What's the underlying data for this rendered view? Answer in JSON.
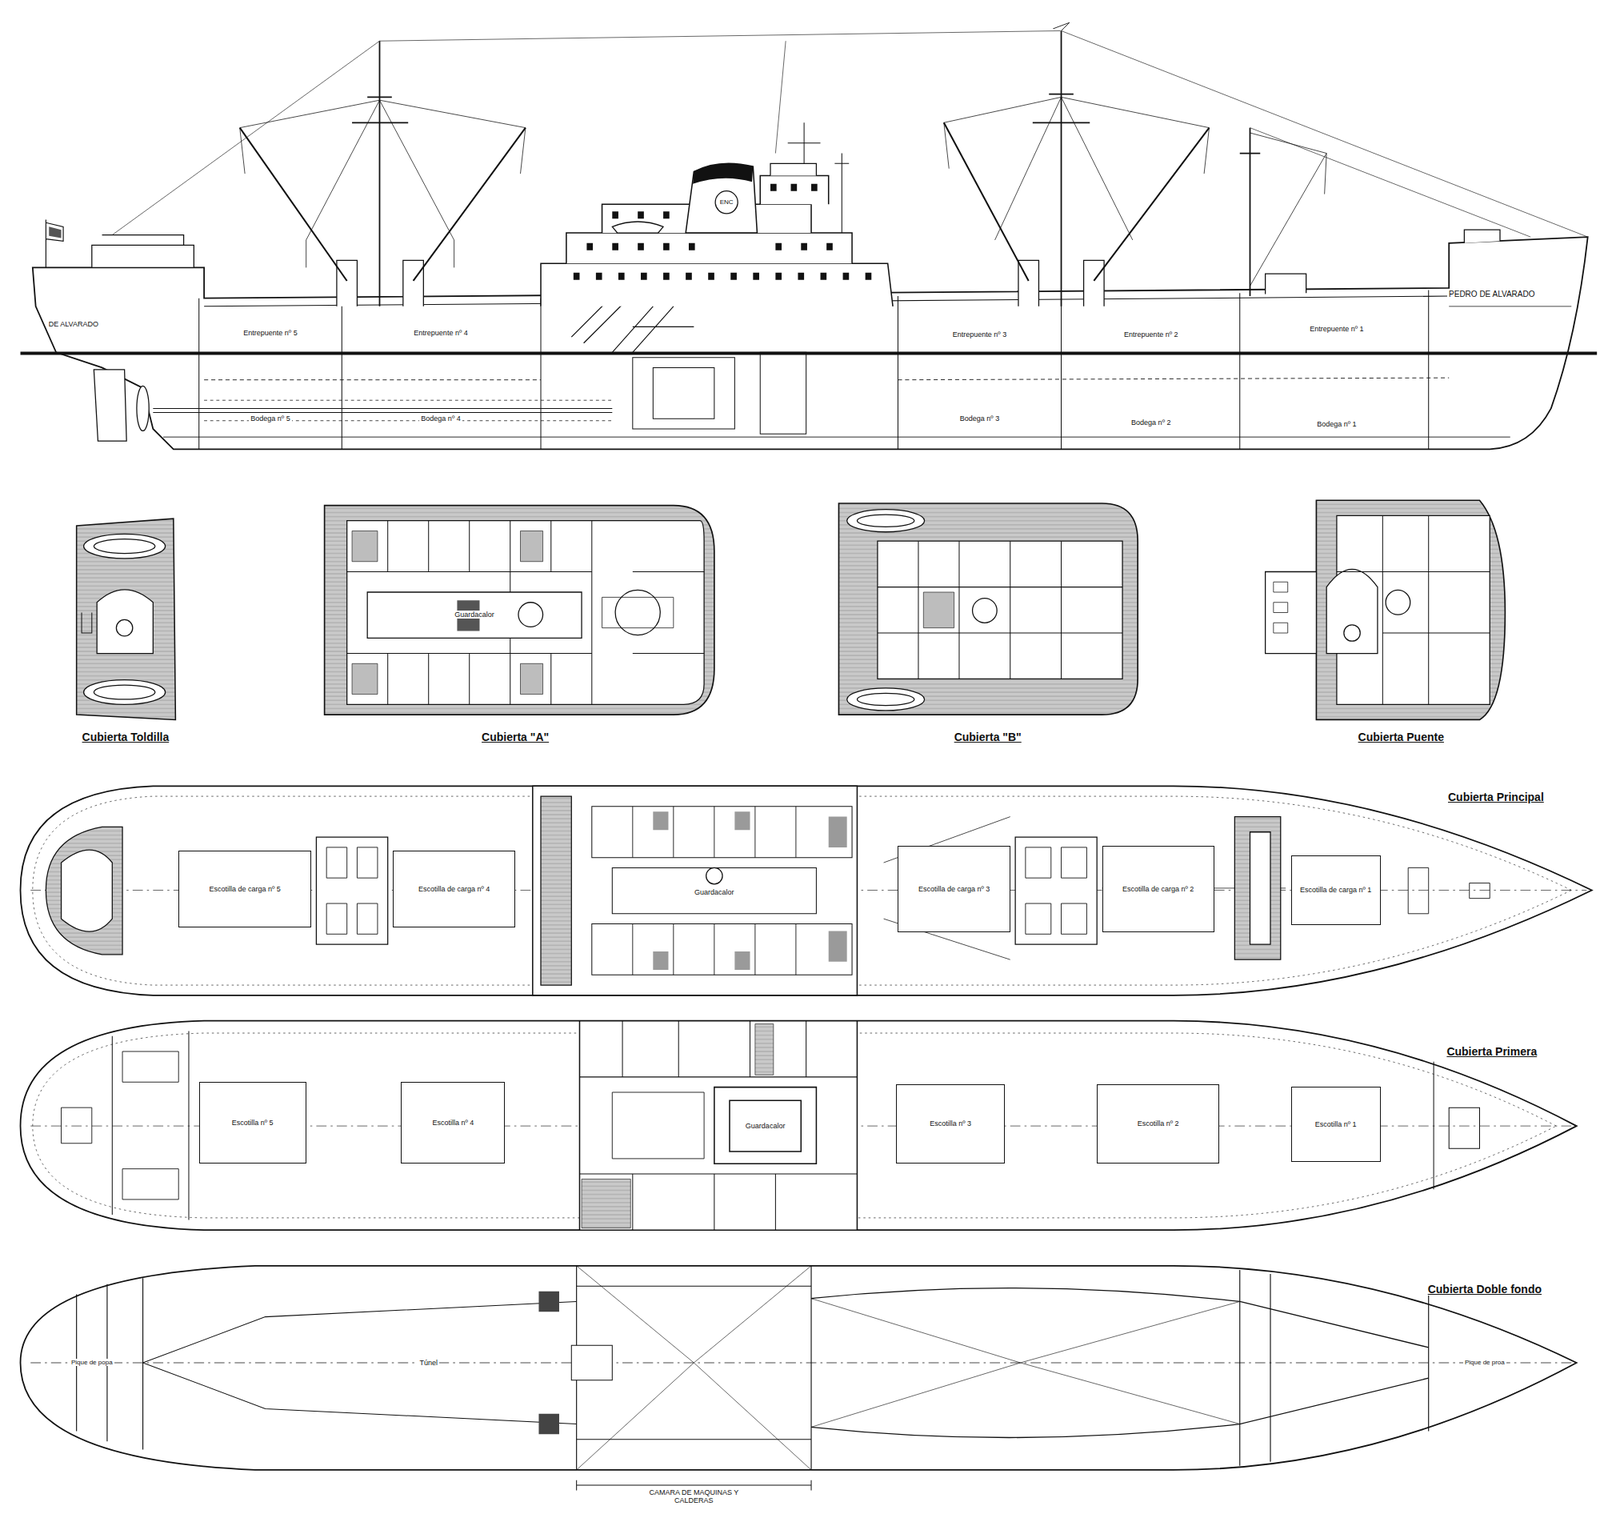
{
  "diagram": {
    "nodes": [
      {
        "text": [
          "Escotilla de carga nº 5"
        ]
      },
      {
        "text": [
          "Escotilla de carga nº 4"
        ]
      },
      {
        "text": [
          "Escotilla de carga nº 3"
        ]
      },
      {
        "text": [
          "Escotilla de carga nº 2"
        ]
      },
      {
        "text": [
          "Escotilla de carga nº 1"
        ]
      },
      {
        "text": [
          "Escotilla nº 5"
        ]
      },
      {
        "text": [
          "Escotilla nº 4"
        ]
      },
      {
        "text": [
          "Escotilla nº 3"
        ]
      },
      {
        "text": [
          "Escotilla nº 2"
        ]
      },
      {
        "text": [
          "Escotilla nº 1"
        ]
      }
    ],
    "labels": [
      "PEDRO DE ALVARADO",
      "DE ALVARADO",
      "ENC",
      "Entrepuente nº 5",
      "Entrepuente nº 4",
      "Entrepuente nº 3",
      "Entrepuente nº 2",
      "Entrepuente nº 1",
      "Bodega nº 5",
      "Bodega nº 4",
      "Bodega nº 3",
      "Bodega nº 2",
      "Bodega nº 1",
      "Cubierta Toldilla",
      "Cubierta \"A\"",
      "Cubierta \"B\"",
      "Cubierta Puente",
      "Guardacalor",
      "Cubierta Principal",
      "Guardacalor",
      "Cubierta Primera",
      "Guardacalor",
      "Cubierta Doble fondo",
      "Túnel",
      "Pique de popa",
      "Pique de proa",
      "CAMARA DE MAQUINAS Y CALDERAS"
    ]
  }
}
